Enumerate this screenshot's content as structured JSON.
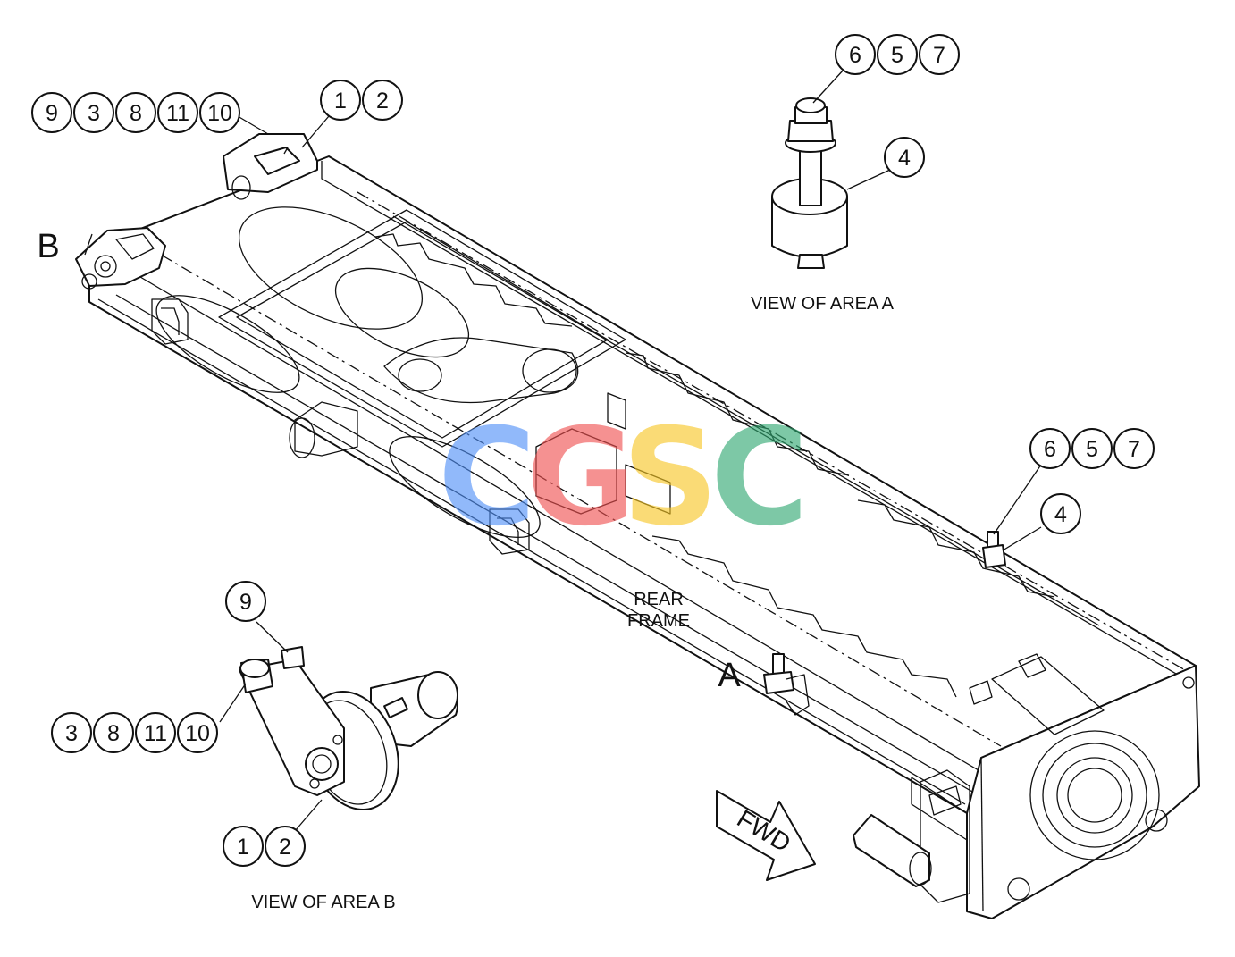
{
  "colors": {
    "line": "#111111",
    "background": "#ffffff",
    "watermark_blue": "#4f8ff7",
    "watermark_red": "#ef4f4f",
    "watermark_yellow": "#f7c623",
    "watermark_green": "#2fa870"
  },
  "watermark": {
    "letters": [
      "C",
      "G",
      "S",
      "C"
    ]
  },
  "labels": {
    "view_area_a": "VIEW OF AREA A",
    "view_area_b": "VIEW OF AREA B",
    "rear_frame_line1": "REAR",
    "rear_frame_line2": "FRAME",
    "area_a_marker": "A",
    "area_b_marker": "B",
    "fwd": "FWD"
  },
  "callouts": {
    "top_left_row": [
      "9",
      "3",
      "8",
      "11",
      "10"
    ],
    "top_left_pair": [
      "1",
      "2"
    ],
    "view_a_top": [
      "6",
      "5",
      "7"
    ],
    "view_a_side": "4",
    "frame_right_top": [
      "6",
      "5",
      "7"
    ],
    "frame_right_side": "4",
    "view_b_top": "9",
    "view_b_left_row": [
      "3",
      "8",
      "11",
      "10"
    ],
    "view_b_bottom": [
      "1",
      "2"
    ]
  }
}
